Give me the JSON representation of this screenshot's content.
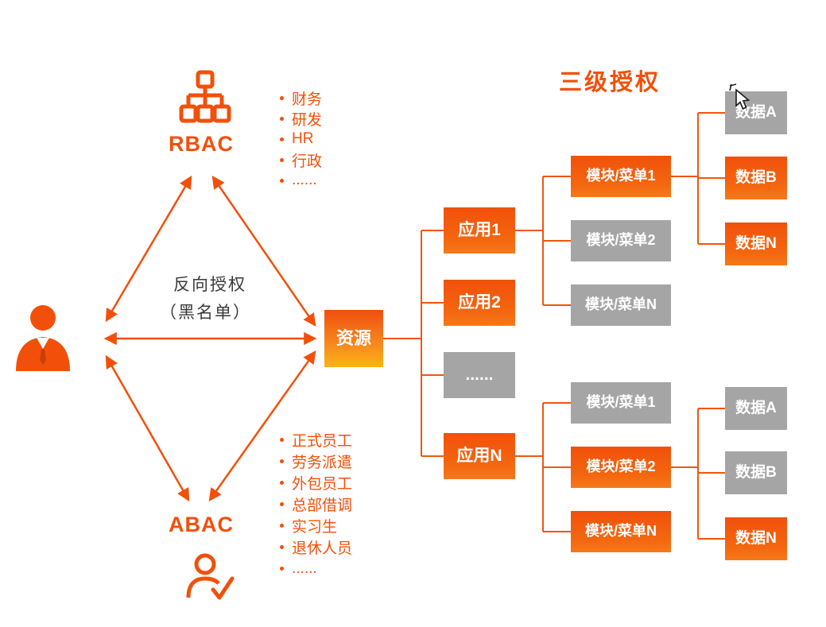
{
  "colors": {
    "accent_orange": "#f2500a",
    "box_orange_top": "#f1500b",
    "box_orange_bottom": "#f5791a",
    "resource_gradient_bottom": "#fcb316",
    "box_gray": "#a5a5a5",
    "text_dark": "#3a3a3a",
    "box_text": "#ffffff"
  },
  "title": "三级授权",
  "rbac": {
    "label": "RBAC",
    "icon": "org-chart-icon",
    "items": [
      "财务",
      "研发",
      "HR",
      "行政",
      "......"
    ]
  },
  "abac": {
    "label": "ABAC",
    "icon": "person-check-icon",
    "items": [
      "正式员工",
      "劳务派遣",
      "外包员工",
      "总部借调",
      "实习生",
      "退休人员",
      "......"
    ]
  },
  "center": {
    "line1": "反向授权",
    "line2": "（黑名单）"
  },
  "person_icon": "user-silhouette-icon",
  "cursor_icon": "mouse-pointer-icon",
  "resource": {
    "label": "资源",
    "style": "orange-gradient"
  },
  "apps": [
    {
      "label": "应用1",
      "style": "orange"
    },
    {
      "label": "应用2",
      "style": "orange"
    },
    {
      "label": "......",
      "style": "gray"
    },
    {
      "label": "应用N",
      "style": "orange"
    }
  ],
  "modules_top": [
    {
      "label": "模块/菜单1",
      "style": "orange"
    },
    {
      "label": "模块/菜单2",
      "style": "gray"
    },
    {
      "label": "模块/菜单N",
      "style": "gray"
    }
  ],
  "data_top": [
    {
      "label": "数据A",
      "style": "gray"
    },
    {
      "label": "数据B",
      "style": "orange"
    },
    {
      "label": "数据N",
      "style": "orange"
    }
  ],
  "modules_bottom": [
    {
      "label": "模块/菜单1",
      "style": "gray"
    },
    {
      "label": "模块/菜单2",
      "style": "orange"
    },
    {
      "label": "模块/菜单N",
      "style": "orange"
    }
  ],
  "data_bottom": [
    {
      "label": "数据A",
      "style": "gray"
    },
    {
      "label": "数据B",
      "style": "gray"
    },
    {
      "label": "数据N",
      "style": "orange"
    }
  ]
}
